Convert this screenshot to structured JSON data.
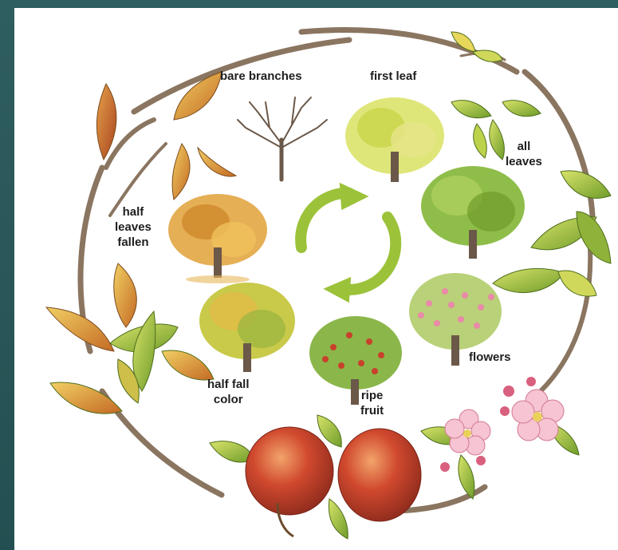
{
  "diagram": {
    "stages": [
      {
        "id": "bare-branches",
        "label": "bare branches"
      },
      {
        "id": "first-leaf",
        "label": "first leaf"
      },
      {
        "id": "all-leaves",
        "label": "all\nleaves"
      },
      {
        "id": "flowers",
        "label": "flowers"
      },
      {
        "id": "ripe-fruit",
        "label": "ripe\nfruit"
      },
      {
        "id": "half-fall-color",
        "label": "half fall\ncolor"
      },
      {
        "id": "half-leaves-fallen",
        "label": "half\nleaves\nfallen"
      }
    ],
    "center_icon": "cycle-arrows-icon",
    "colors": {
      "slide_bg": "#ffffff",
      "frame": "#2f5e60",
      "branch": "#8a7560",
      "arrow": "#9cc23a",
      "apple": "#c8412b",
      "leaf_green": "#9bbf3a",
      "leaf_autumn": "#d9963a",
      "blossom": "#f4b6c8"
    }
  }
}
